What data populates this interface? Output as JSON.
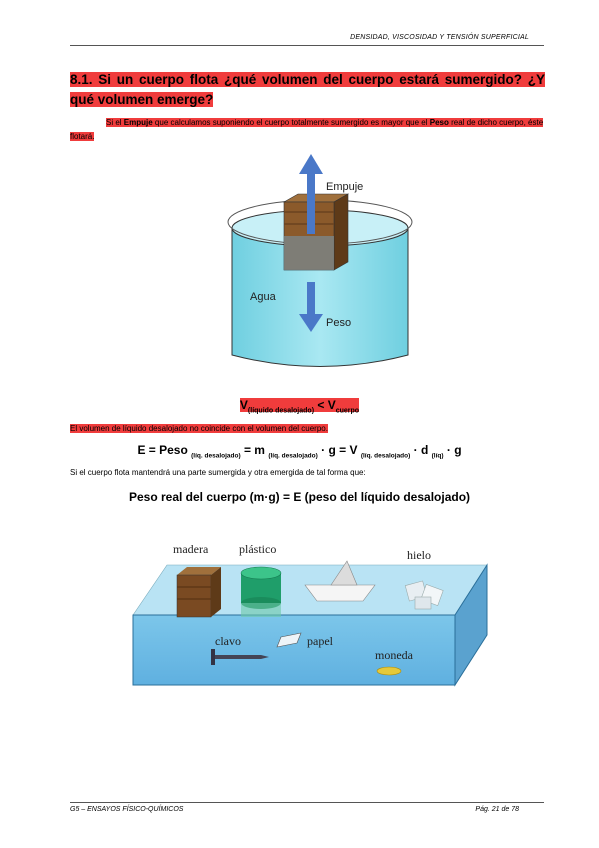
{
  "header": {
    "running_title": "DENSIDAD, VISCOSIDAD Y TENSIÓN SUPERFICIAL"
  },
  "section": {
    "title": "8.1. Si un cuerpo flota ¿qué volumen del cuerpo estará sumergido? ¿Y qué volumen emerge?",
    "intro_a": "Si el ",
    "intro_b": "Empuje",
    "intro_c": " que calculamos suponiendo el cuerpo totalmente sumergido es mayor que el ",
    "intro_d": "Peso",
    "intro_e": " real de dicho cuerpo, éste flotará."
  },
  "figure1": {
    "label_empuje": "Empuje",
    "label_agua": "Agua",
    "label_peso": "Peso",
    "colors": {
      "water": "#7fd6e6",
      "water_top": "#bfeef6",
      "arrow": "#4a78c8",
      "wood": "#8b5a2b"
    }
  },
  "relation": {
    "v": "V",
    "sub1": "(líquido desalojado)",
    "op": " < ",
    "sub2": "cuerpo"
  },
  "vol_note": "El volumen de líquido desalojado no coincide con el volumen del cuerpo.",
  "equation": {
    "p1": "E = Peso ",
    "s1": "(líq. desalojado)",
    "p2": " = m ",
    "s2": "(líq. desalojado)",
    "p3": " · g = V ",
    "s3": "(líq. desalojado)",
    "p4": " · d ",
    "s4": "(líq)",
    "p5": " · g"
  },
  "float_note": "Si el cuerpo flota mantendrá una parte sumergida y otra emergida de tal forma que:",
  "weight_eq": "Peso real del cuerpo (m·g) = E (peso del líquido desalojado)",
  "figure2": {
    "madera": "madera",
    "plastico": "plástico",
    "hielo": "hielo",
    "clavo": "clavo",
    "papel": "papel",
    "moneda": "moneda"
  },
  "footer": {
    "left": "G5 – ENSAYOS FÍSICO-QUÍMICOS",
    "right": "Pág. 21 de 78"
  }
}
